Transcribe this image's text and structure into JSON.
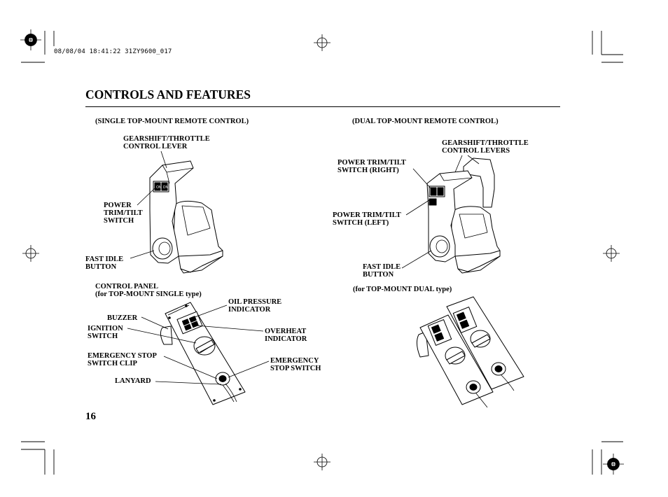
{
  "print_slug": "08/08/04 18:41:22 31ZY9600_017",
  "section_title": "CONTROLS AND FEATURES",
  "page_number": "16",
  "single": {
    "caption": "(SINGLE TOP-MOUNT REMOTE CONTROL)",
    "gearshift_label": "GEARSHIFT/THROTTLE\nCONTROL LEVER",
    "power_trim_label": "POWER\nTRIM/TILT\nSWITCH",
    "fast_idle_label": "FAST IDLE\nBUTTON"
  },
  "dual": {
    "caption": "(DUAL TOP-MOUNT REMOTE CONTROL)",
    "gearshift_label": "GEARSHIFT/THROTTLE\nCONTROL LEVERS",
    "trim_right_label": "POWER TRIM/TILT\nSWITCH (RIGHT)",
    "trim_left_label": "POWER TRIM/TILT\nSWITCH (LEFT)",
    "fast_idle_label": "FAST IDLE\nBUTTON"
  },
  "panel_single": {
    "caption": "CONTROL PANEL\n(for TOP-MOUNT SINGLE type)",
    "buzzer_label": "BUZZER",
    "ignition_label": "IGNITION\nSWITCH",
    "stop_clip_label": "EMERGENCY STOP\nSWITCH CLIP",
    "lanyard_label": "LANYARD",
    "oil_label": "OIL PRESSURE\nINDICATOR",
    "overheat_label": "OVERHEAT\nINDICATOR",
    "stop_switch_label": "EMERGENCY\nSTOP SWITCH"
  },
  "panel_dual": {
    "caption": "(for TOP-MOUNT DUAL type)"
  }
}
